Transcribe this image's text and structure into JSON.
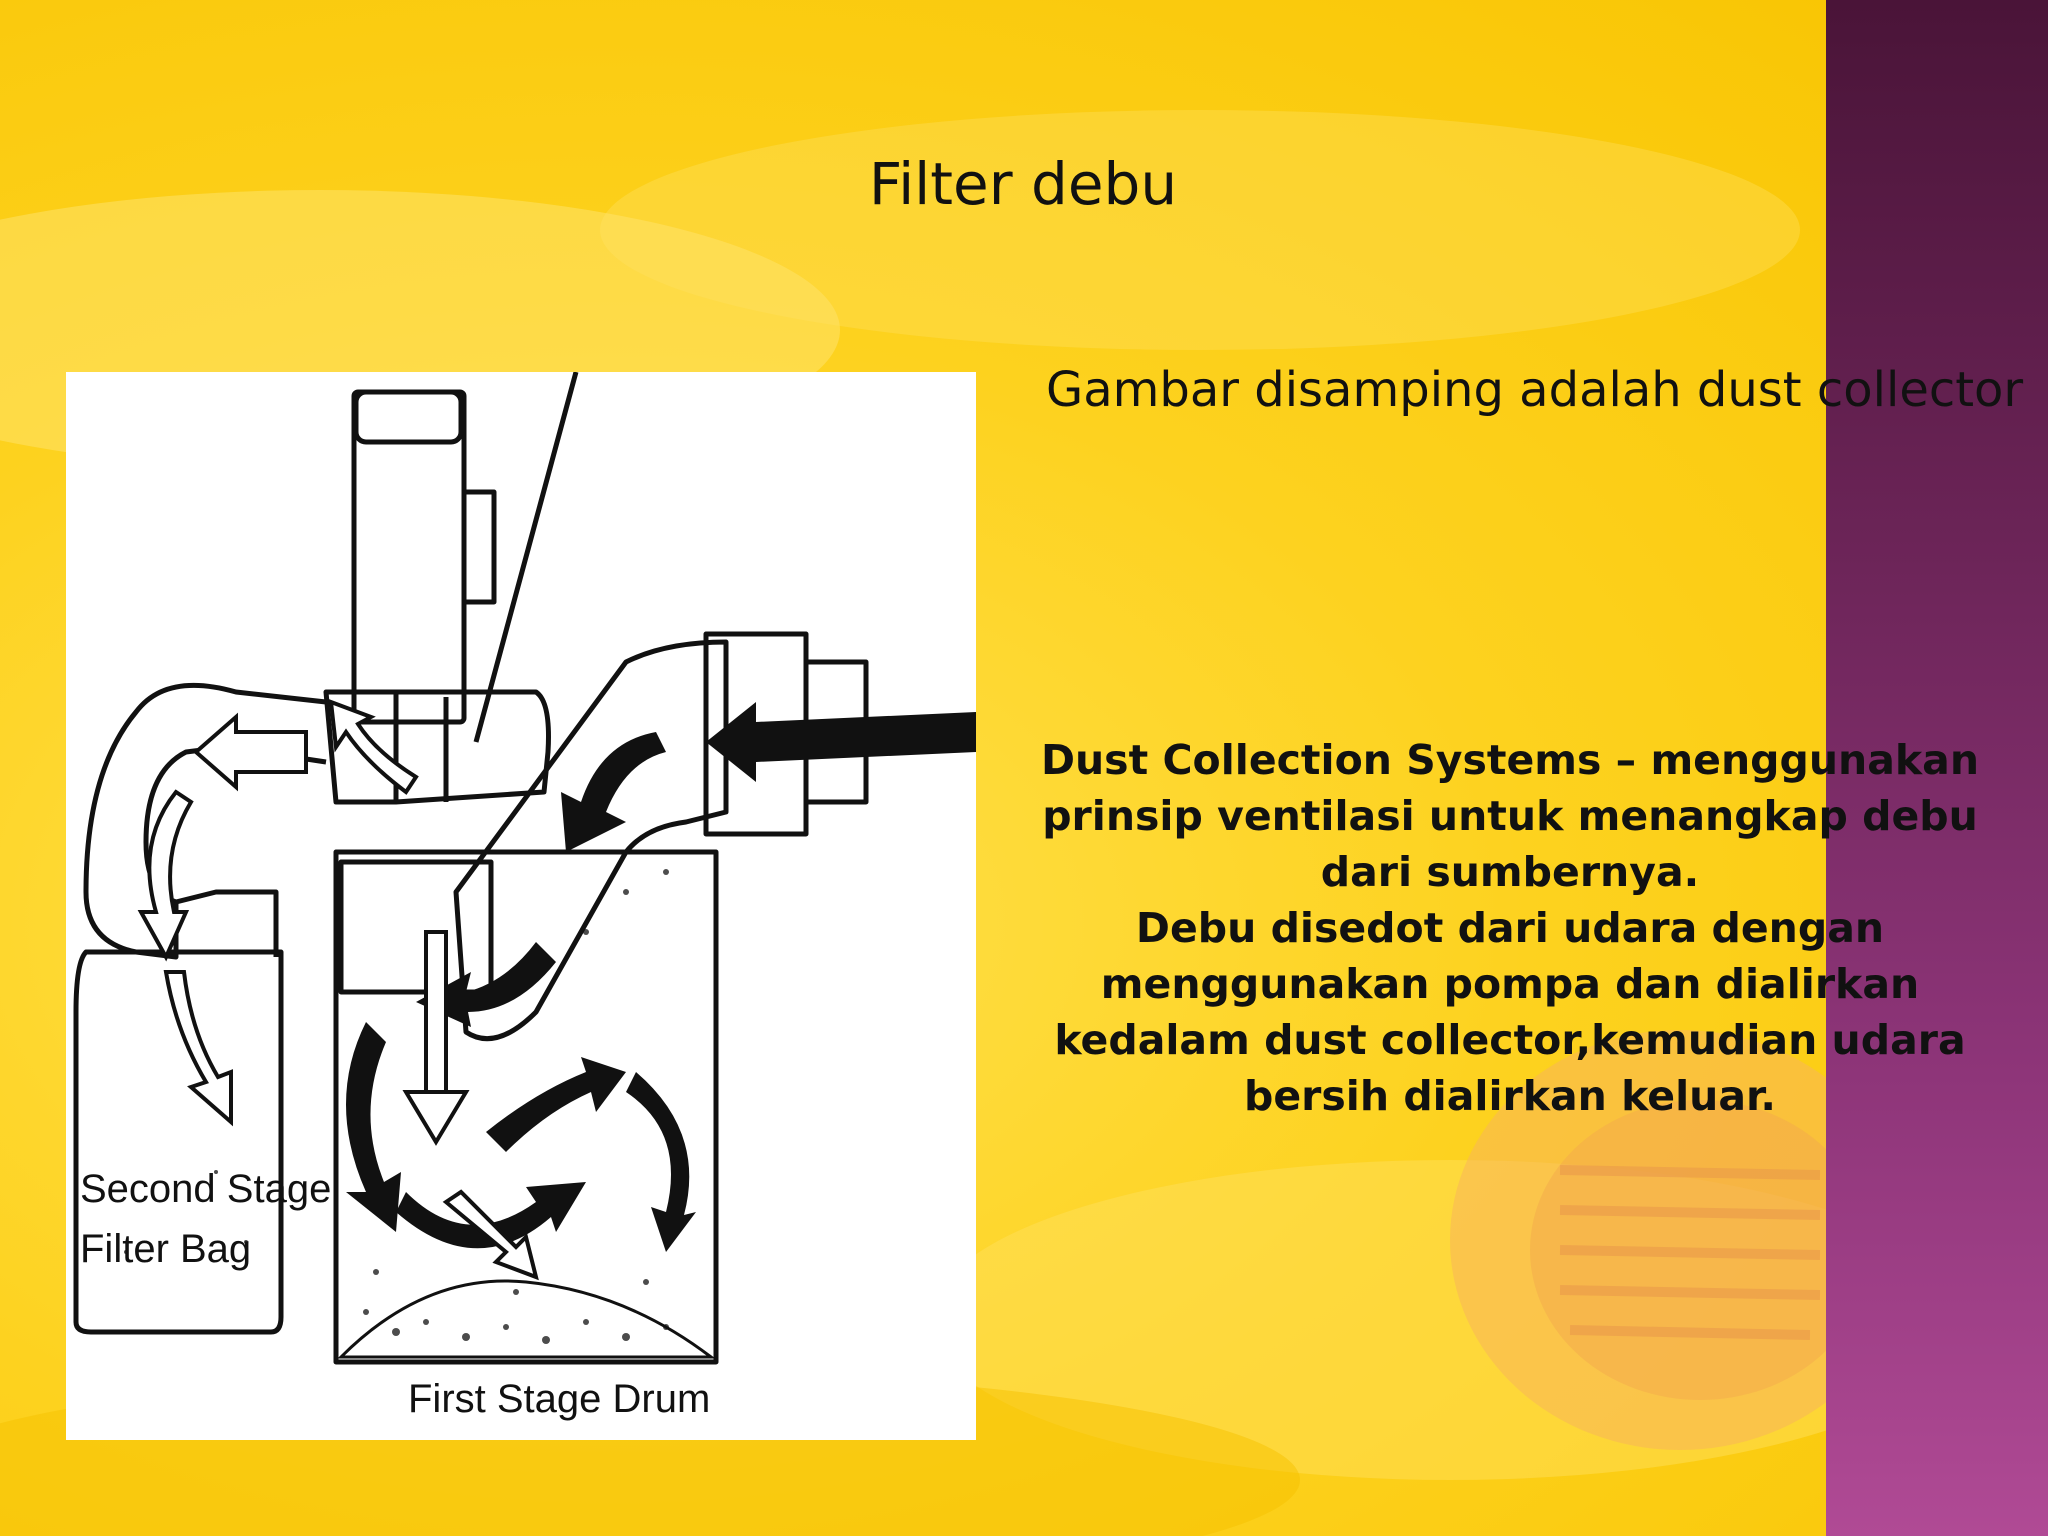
{
  "slide": {
    "title": "Filter debu",
    "subtitle": "Gambar disamping adalah dust collector",
    "description": [
      "Dust Collection Systems – menggunakan prinsip ventilasi untuk menangkap debu dari sumbernya.",
      "Debu disedot dari udara dengan menggunakan pompa dan dialirkan kedalam dust collector,kemudian udara bersih dialirkan keluar."
    ]
  },
  "diagram": {
    "label_second_stage_line1": "Second Stage",
    "label_second_stage_line2": "Filter Bag",
    "label_first_stage": "First Stage Drum"
  },
  "colors": {
    "background": "#fdd21f",
    "band": "#6b2457",
    "text": "#111111"
  }
}
